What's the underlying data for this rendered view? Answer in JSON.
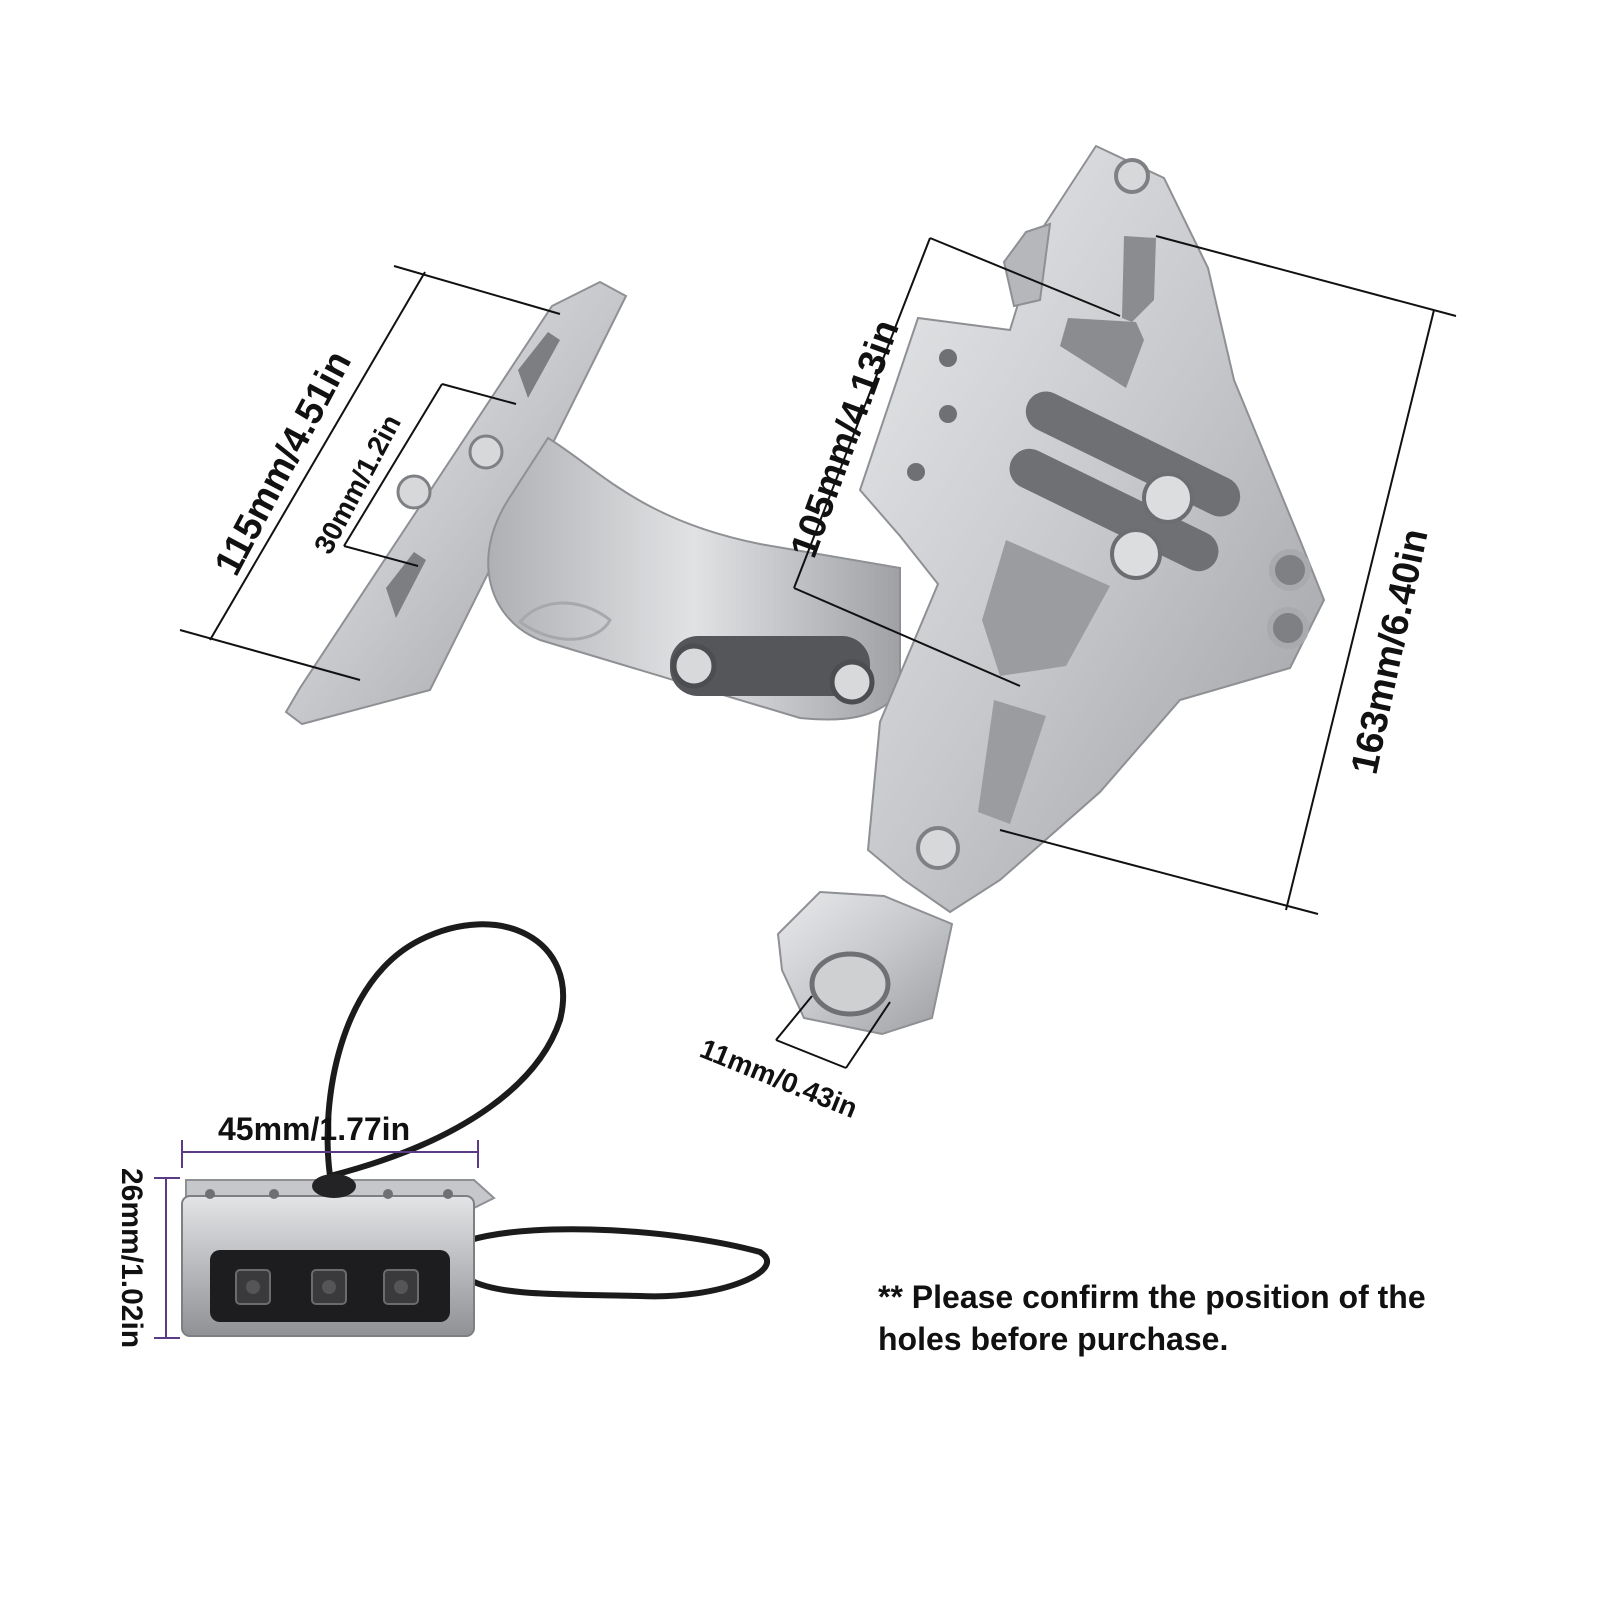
{
  "dimensions": {
    "plate_width": "115mm/4.51in",
    "plate_hole_spacing": "30mm/1.2in",
    "bracket_width": "105mm/4.13in",
    "bracket_height": "163mm/6.40in",
    "mount_hole": "11mm/0.43in",
    "light_width": "45mm/1.77in",
    "light_height": "26mm/1.02in"
  },
  "note": {
    "line1": "** Please confirm the position of the",
    "line2": "holes before purchase."
  },
  "colors": {
    "metal": "#c9cacc",
    "metal_dark": "#8e9094",
    "dimension_line": "#111111",
    "light_dimension_line": "#5b3a86",
    "cable": "#1b1b1b"
  }
}
